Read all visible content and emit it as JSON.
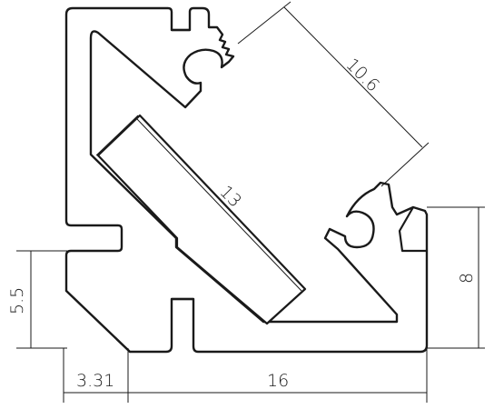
{
  "dimensions": {
    "diagonal_top": "10.6",
    "diagonal_inner": "13",
    "right_height": "8",
    "left_height": "5.5",
    "bottom_left_width": "3.31",
    "bottom_width": "16"
  },
  "colors": {
    "stroke": "#1a1a1a",
    "background": "#ffffff"
  }
}
